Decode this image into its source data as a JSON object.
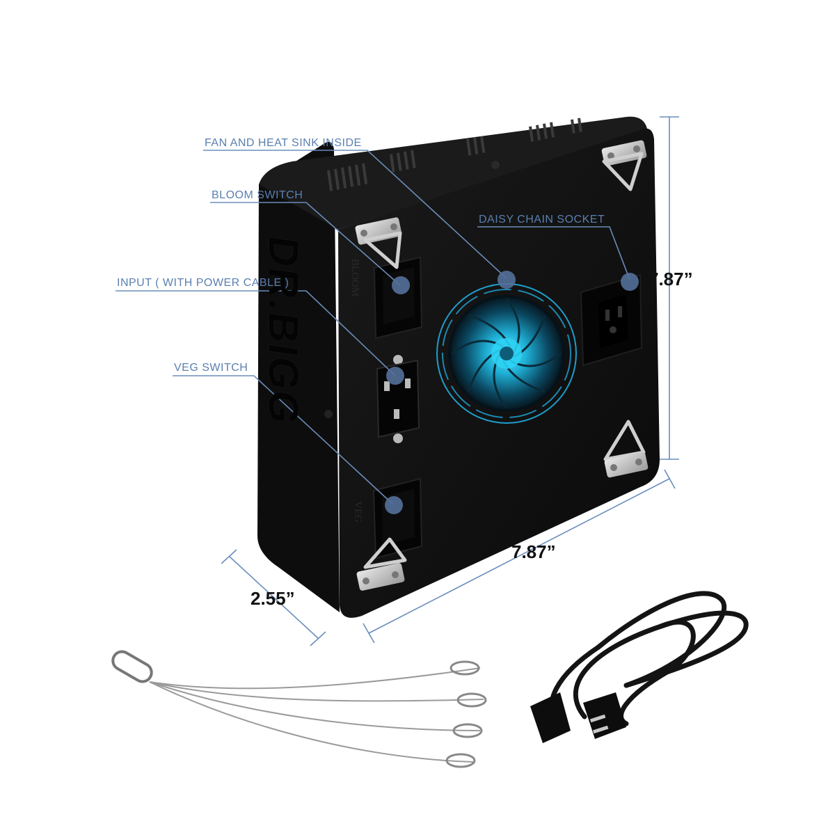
{
  "product": {
    "brand_logo": "DR.BIGG",
    "side_labels": {
      "bloom": "BLOOM",
      "veg": "VEG"
    }
  },
  "callouts": {
    "fan": "FAN AND HEAT SINK INSIDE",
    "bloom_switch": "BLOOM SWITCH",
    "daisy_chain": "DAISY CHAIN SOCKET",
    "input": "INPUT ( WITH POWER CABLE )",
    "veg_switch": "VEG SWITCH"
  },
  "dimensions": {
    "height": "7.87”",
    "width": "7.87”",
    "depth": "2.55”"
  },
  "colors": {
    "callout": "#5a7fb0",
    "dot": "#54709a",
    "housing": "#121212",
    "fan_glow": "#22c4ee"
  },
  "accessories": [
    "hanging-wire-kit",
    "power-cord"
  ]
}
